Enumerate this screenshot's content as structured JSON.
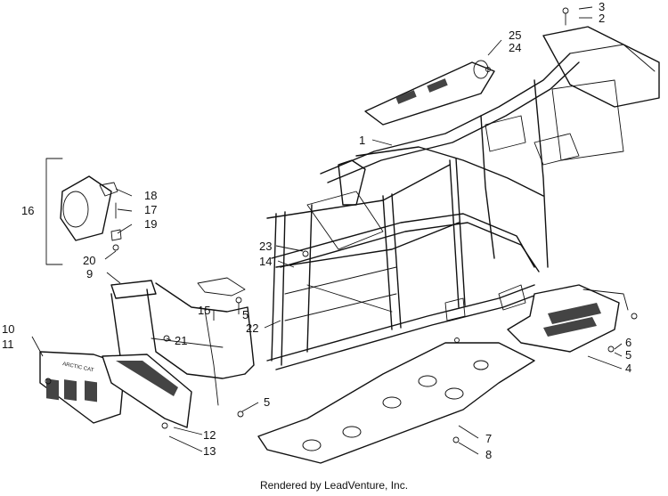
{
  "footer": {
    "credit": "Rendered by LeadVenture, Inc."
  },
  "decal_text": "ARCTIC CAT",
  "callouts": {
    "c1": "1",
    "c2": "2",
    "c3": "3",
    "c4": "4",
    "c5a": "5",
    "c5b": "5",
    "c5c": "5",
    "c6": "6",
    "c7": "7",
    "c8": "8",
    "c9": "9",
    "c10": "10",
    "c11": "11",
    "c12": "12",
    "c13": "13",
    "c14": "14",
    "c15": "15",
    "c16": "16",
    "c17": "17",
    "c18": "18",
    "c19": "19",
    "c20": "20",
    "c21": "21",
    "c22": "22",
    "c23": "23",
    "c24": "24",
    "c25": "25"
  }
}
